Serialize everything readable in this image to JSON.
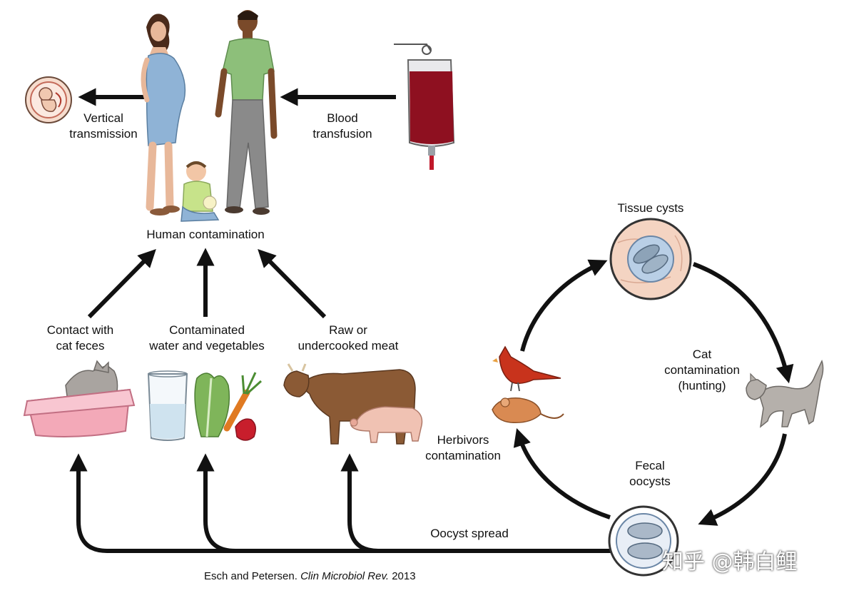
{
  "labels": {
    "vertical_line1": "Vertical",
    "vertical_line2": "transmission",
    "blood_line1": "Blood",
    "blood_line2": "transfusion",
    "human": "Human contamination",
    "cat_feces_line1": "Contact with",
    "cat_feces_line2": "cat feces",
    "water_line1": "Contaminated",
    "water_line2": "water and vegetables",
    "meat_line1": "Raw or",
    "meat_line2": "undercooked meat",
    "tissue_cysts": "Tissue cysts",
    "cat_contam_line1": "Cat",
    "cat_contam_line2": "contamination",
    "cat_contam_line3": "(hunting)",
    "fecal_line1": "Fecal",
    "fecal_line2": "oocysts",
    "herbivors_line1": "Herbivors",
    "herbivors_line2": "contamination",
    "oocyst_spread": "Oocyst spread"
  },
  "citation": {
    "authors": "Esch and Petersen.",
    "journal": "Clin Microbiol Rev.",
    "year": "2013"
  },
  "watermark": "知乎 @韩白鲤",
  "colors": {
    "arrow": "#111111",
    "blood": "#8e1020",
    "dress": "#8fb3d6",
    "shirt": "#8dbf7a",
    "pants": "#8a8a8a",
    "cow": "#8b5a35",
    "pig": "#f0c2b3",
    "litter_box": "#f3a9b8",
    "cat": "#a9a4a0",
    "bird": "#c8331c",
    "mouse": "#d98a52",
    "cyst_fill": "#f4d4c2",
    "oocyst_fill": "#c7d7ea"
  },
  "icons": [
    "fetus-icon",
    "pregnant-woman-icon",
    "man-icon",
    "baby-icon",
    "blood-bag-icon",
    "litter-box-cat-icon",
    "water-glass-icon",
    "vegetables-icon",
    "cow-icon",
    "pig-icon",
    "tissue-cyst-icon",
    "cat-icon",
    "oocyst-icon",
    "cardinal-bird-icon",
    "mouse-icon"
  ]
}
